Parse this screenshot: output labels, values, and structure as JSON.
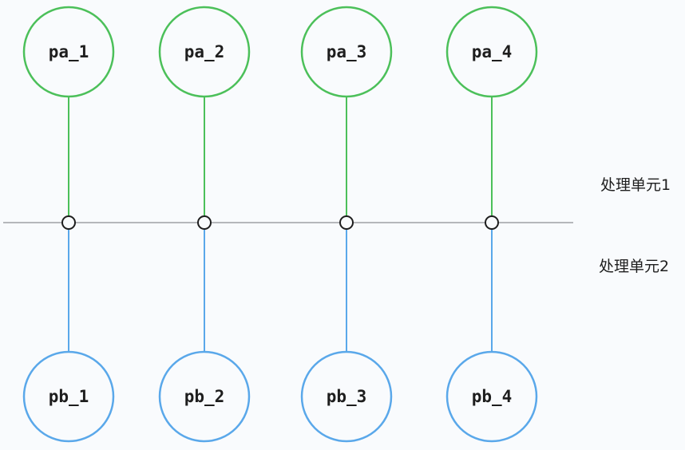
{
  "colors": {
    "top_stroke": "#4cc05a",
    "bottom_stroke": "#5aa8ea",
    "bus_line": "#b5b7bb",
    "junction_stroke": "#1e1e1e",
    "background": "#f9fbfd"
  },
  "top_nodes": [
    {
      "label": "pa_1"
    },
    {
      "label": "pa_2"
    },
    {
      "label": "pa_3"
    },
    {
      "label": "pa_4"
    }
  ],
  "bottom_nodes": [
    {
      "label": "pb_1"
    },
    {
      "label": "pb_2"
    },
    {
      "label": "pb_3"
    },
    {
      "label": "pb_4"
    }
  ],
  "regions": {
    "upper_label": "处理单元1",
    "lower_label": "处理单元2"
  }
}
